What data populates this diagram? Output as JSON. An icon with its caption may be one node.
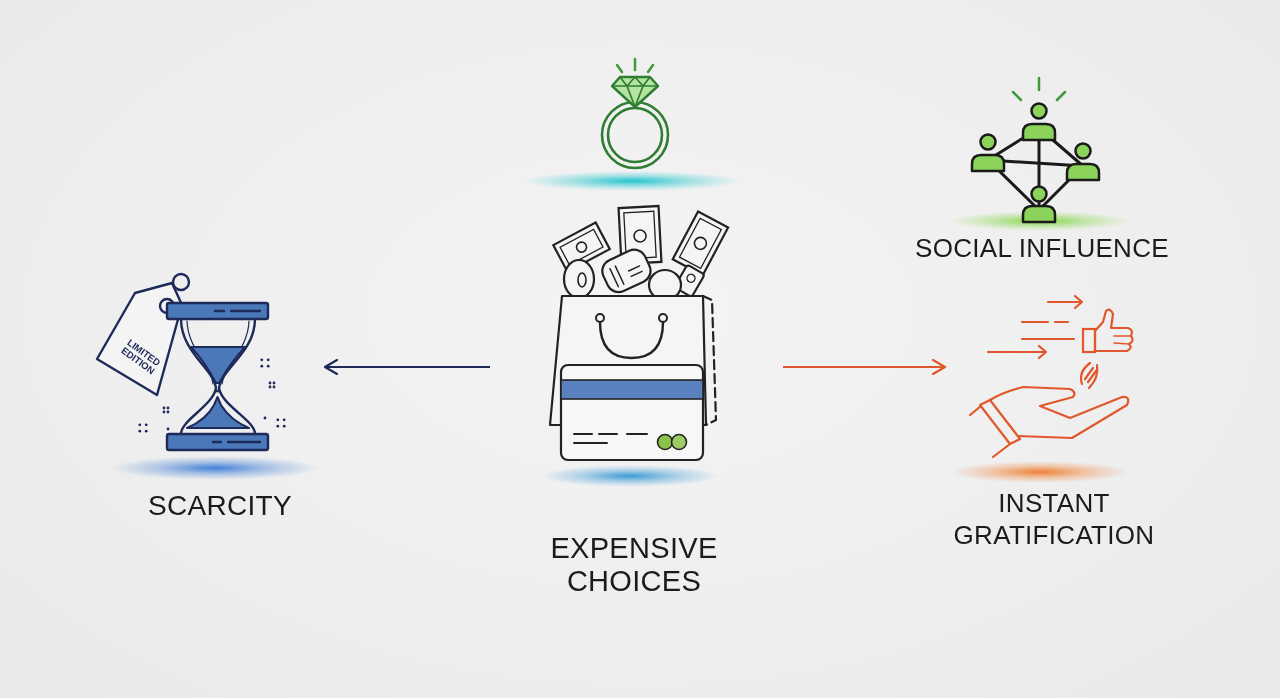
{
  "diagram": {
    "nodes": [
      {
        "text": [],
        "shape": "picture"
      },
      {
        "text": [
          "SOCIAL INFLUENCE"
        ]
      },
      {
        "text": [
          "SCARCITY"
        ]
      },
      {
        "text": [
          "EXPENSIVE CHOICES"
        ]
      },
      {
        "text": [
          "INSTANT GRATIFICATION"
        ]
      }
    ],
    "edges": [
      {
        "from": 3,
        "to": 2,
        "arrow": "to",
        "color": "#1e2a5a"
      },
      {
        "from": 3,
        "to": 4,
        "arrow": "to",
        "color": "#e0572b"
      }
    ],
    "labels": [
      "LIMITED EDITION"
    ]
  }
}
